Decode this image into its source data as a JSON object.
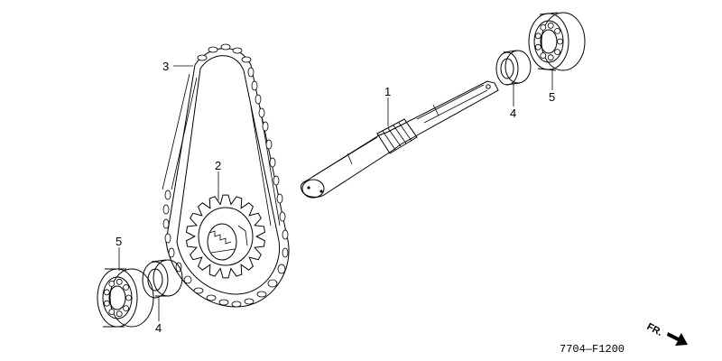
{
  "diagram": {
    "callouts": [
      {
        "id": "shaft",
        "label": "1"
      },
      {
        "id": "sprocket",
        "label": "2"
      },
      {
        "id": "chain",
        "label": "3"
      },
      {
        "id": "collar-right",
        "label": "4"
      },
      {
        "id": "collar-left",
        "label": "4"
      },
      {
        "id": "bearing-right",
        "label": "5"
      },
      {
        "id": "bearing-left",
        "label": "5"
      }
    ],
    "direction_label": "FR.",
    "figure_code": "7704—F1200"
  }
}
